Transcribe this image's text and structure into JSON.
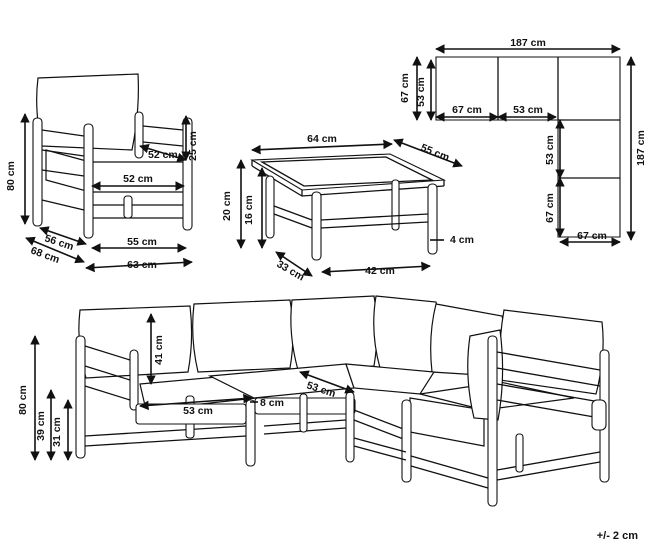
{
  "colors": {
    "line": "#111111",
    "background": "#ffffff"
  },
  "armchair": {
    "height": "80 cm",
    "back_height": "25 cm",
    "seat_depth_inner": "52 cm",
    "seat_width_inner": "52 cm",
    "seat_depth": "56 cm",
    "depth": "68 cm",
    "seat_width": "55 cm",
    "width": "63 cm"
  },
  "table": {
    "length": "64 cm",
    "width": "55 cm",
    "height": "20 cm",
    "inner_height": "16 cm",
    "shelf_depth": "33 cm",
    "shelf_length": "42 cm",
    "leg": "4 cm"
  },
  "plan": {
    "total_width": "187 cm",
    "total_depth": "187 cm",
    "module_depth": "67 cm",
    "seat_depth": "53 cm",
    "bottom_module_width": "67 cm",
    "bottom_seat_depth": "53 cm",
    "arm_module_width": "67 cm",
    "arm_module_depth": "67 cm",
    "side_seat": "53 cm",
    "corner_depth": "67 cm"
  },
  "sofa": {
    "height": "80 cm",
    "seat_height": "39 cm",
    "frame_height": "31 cm",
    "back_height": "41 cm",
    "seat_width": "53 cm",
    "arm": "8 cm",
    "seat_depth": "53 cm"
  },
  "tolerance": "+/- 2 cm"
}
